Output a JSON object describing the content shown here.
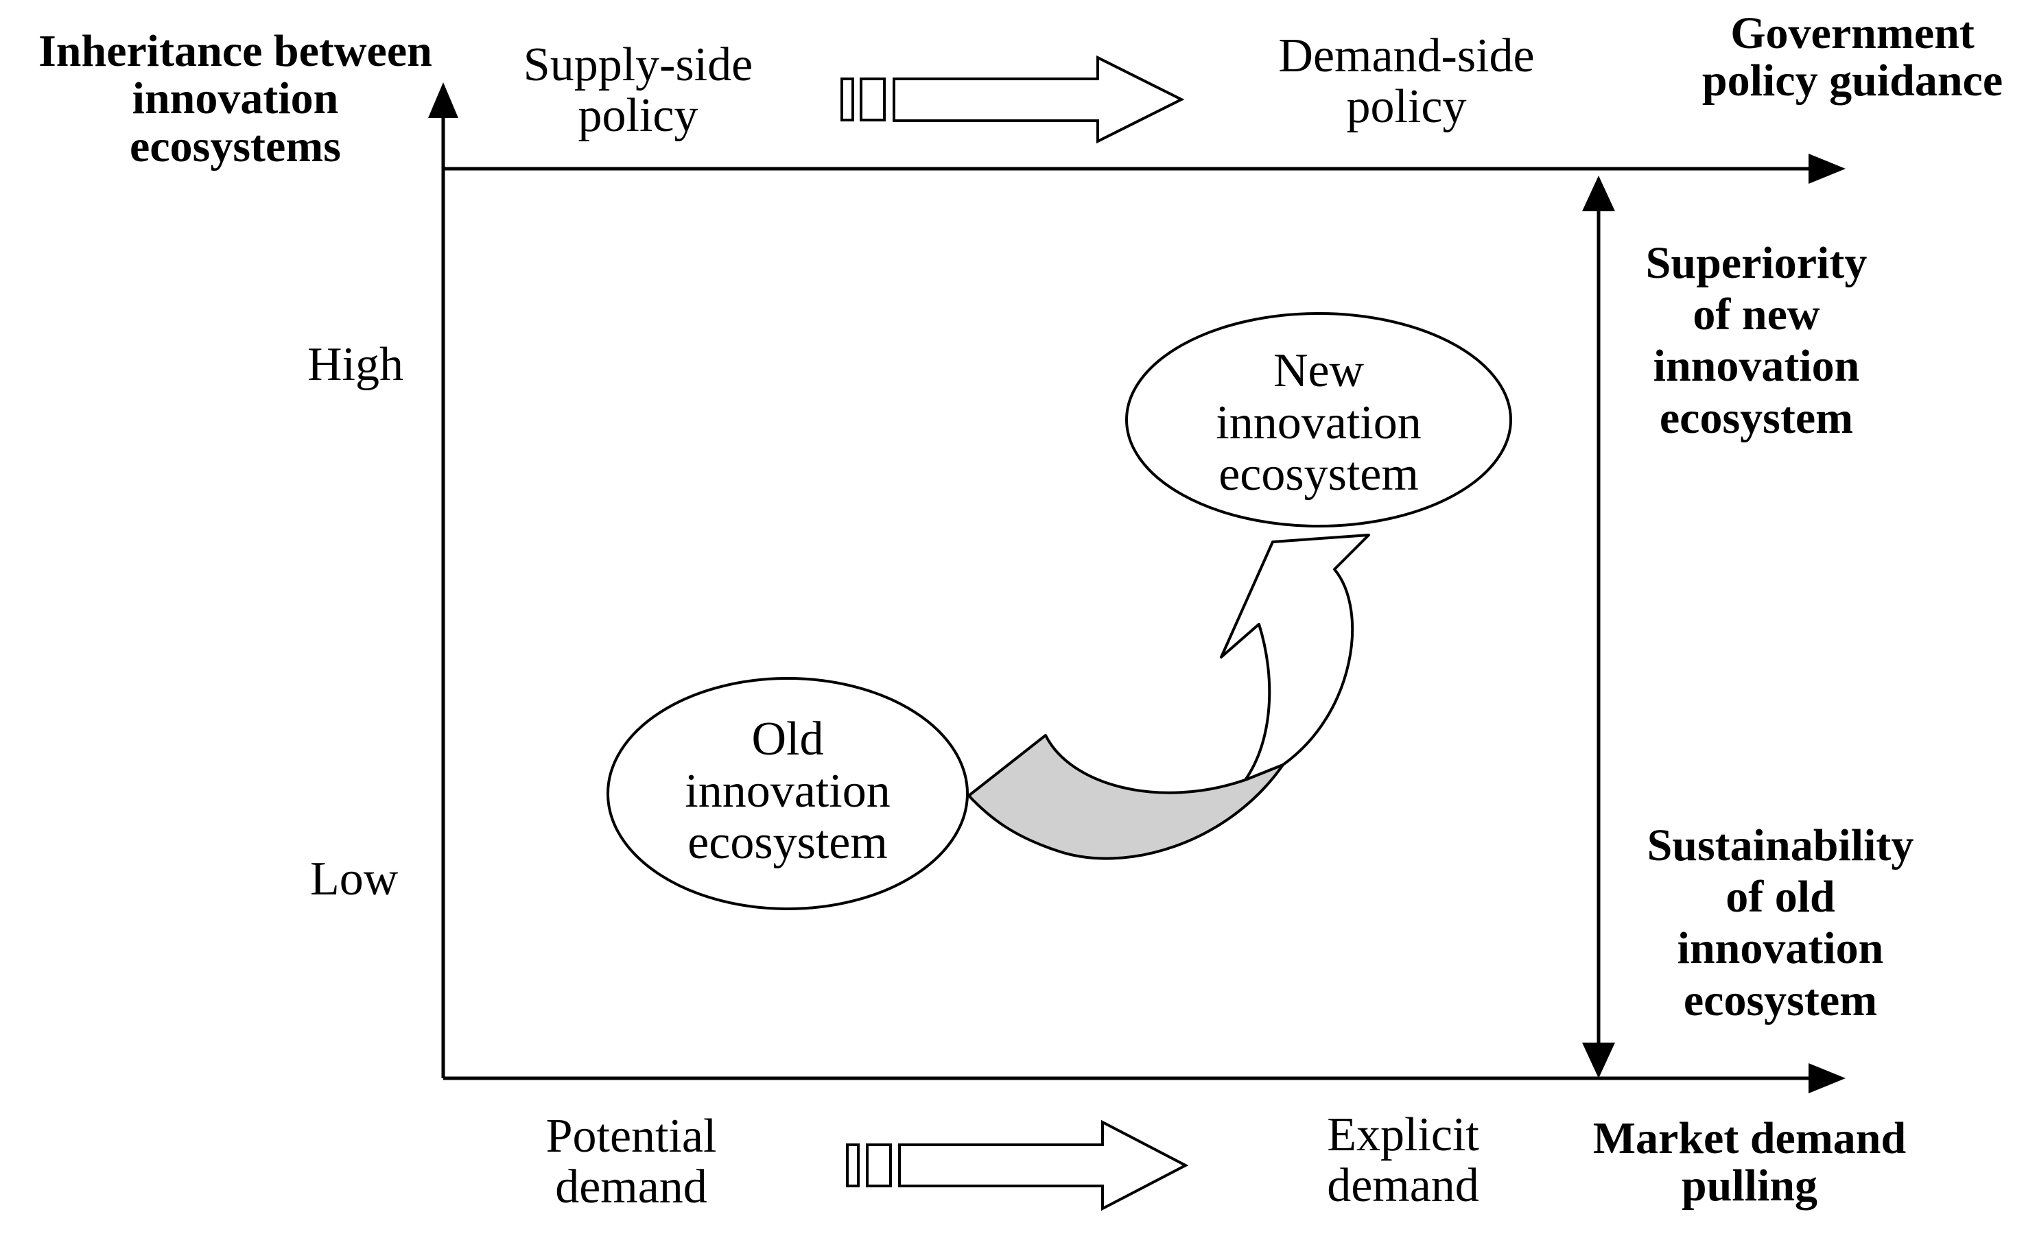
{
  "labels": {
    "y_axis_title": [
      "Inheritance between",
      "innovation",
      "ecosystems"
    ],
    "x_axis_top_title": [
      "Government",
      "policy guidance"
    ],
    "x_axis_bottom_title": [
      "Market demand",
      "pulling"
    ],
    "supply_side": [
      "Supply-side",
      "policy"
    ],
    "demand_side": [
      "Demand-side",
      "policy"
    ],
    "potential_demand": [
      "Potential",
      "demand"
    ],
    "explicit_demand": [
      "Explicit",
      "demand"
    ],
    "high": "High",
    "low": "Low",
    "superiority": [
      "Superiority",
      "of new",
      "innovation",
      "ecosystem"
    ],
    "sustainability": [
      "Sustainability",
      "of old",
      "innovation",
      "ecosystem"
    ],
    "new_ecosystem": [
      "New",
      "innovation",
      "ecosystem"
    ],
    "old_ecosystem": [
      "Old",
      "innovation",
      "ecosystem"
    ]
  },
  "colors": {
    "stroke": "#000000",
    "arrow_fill": "#ffffff",
    "curl_fill": "#d0d0d0"
  }
}
